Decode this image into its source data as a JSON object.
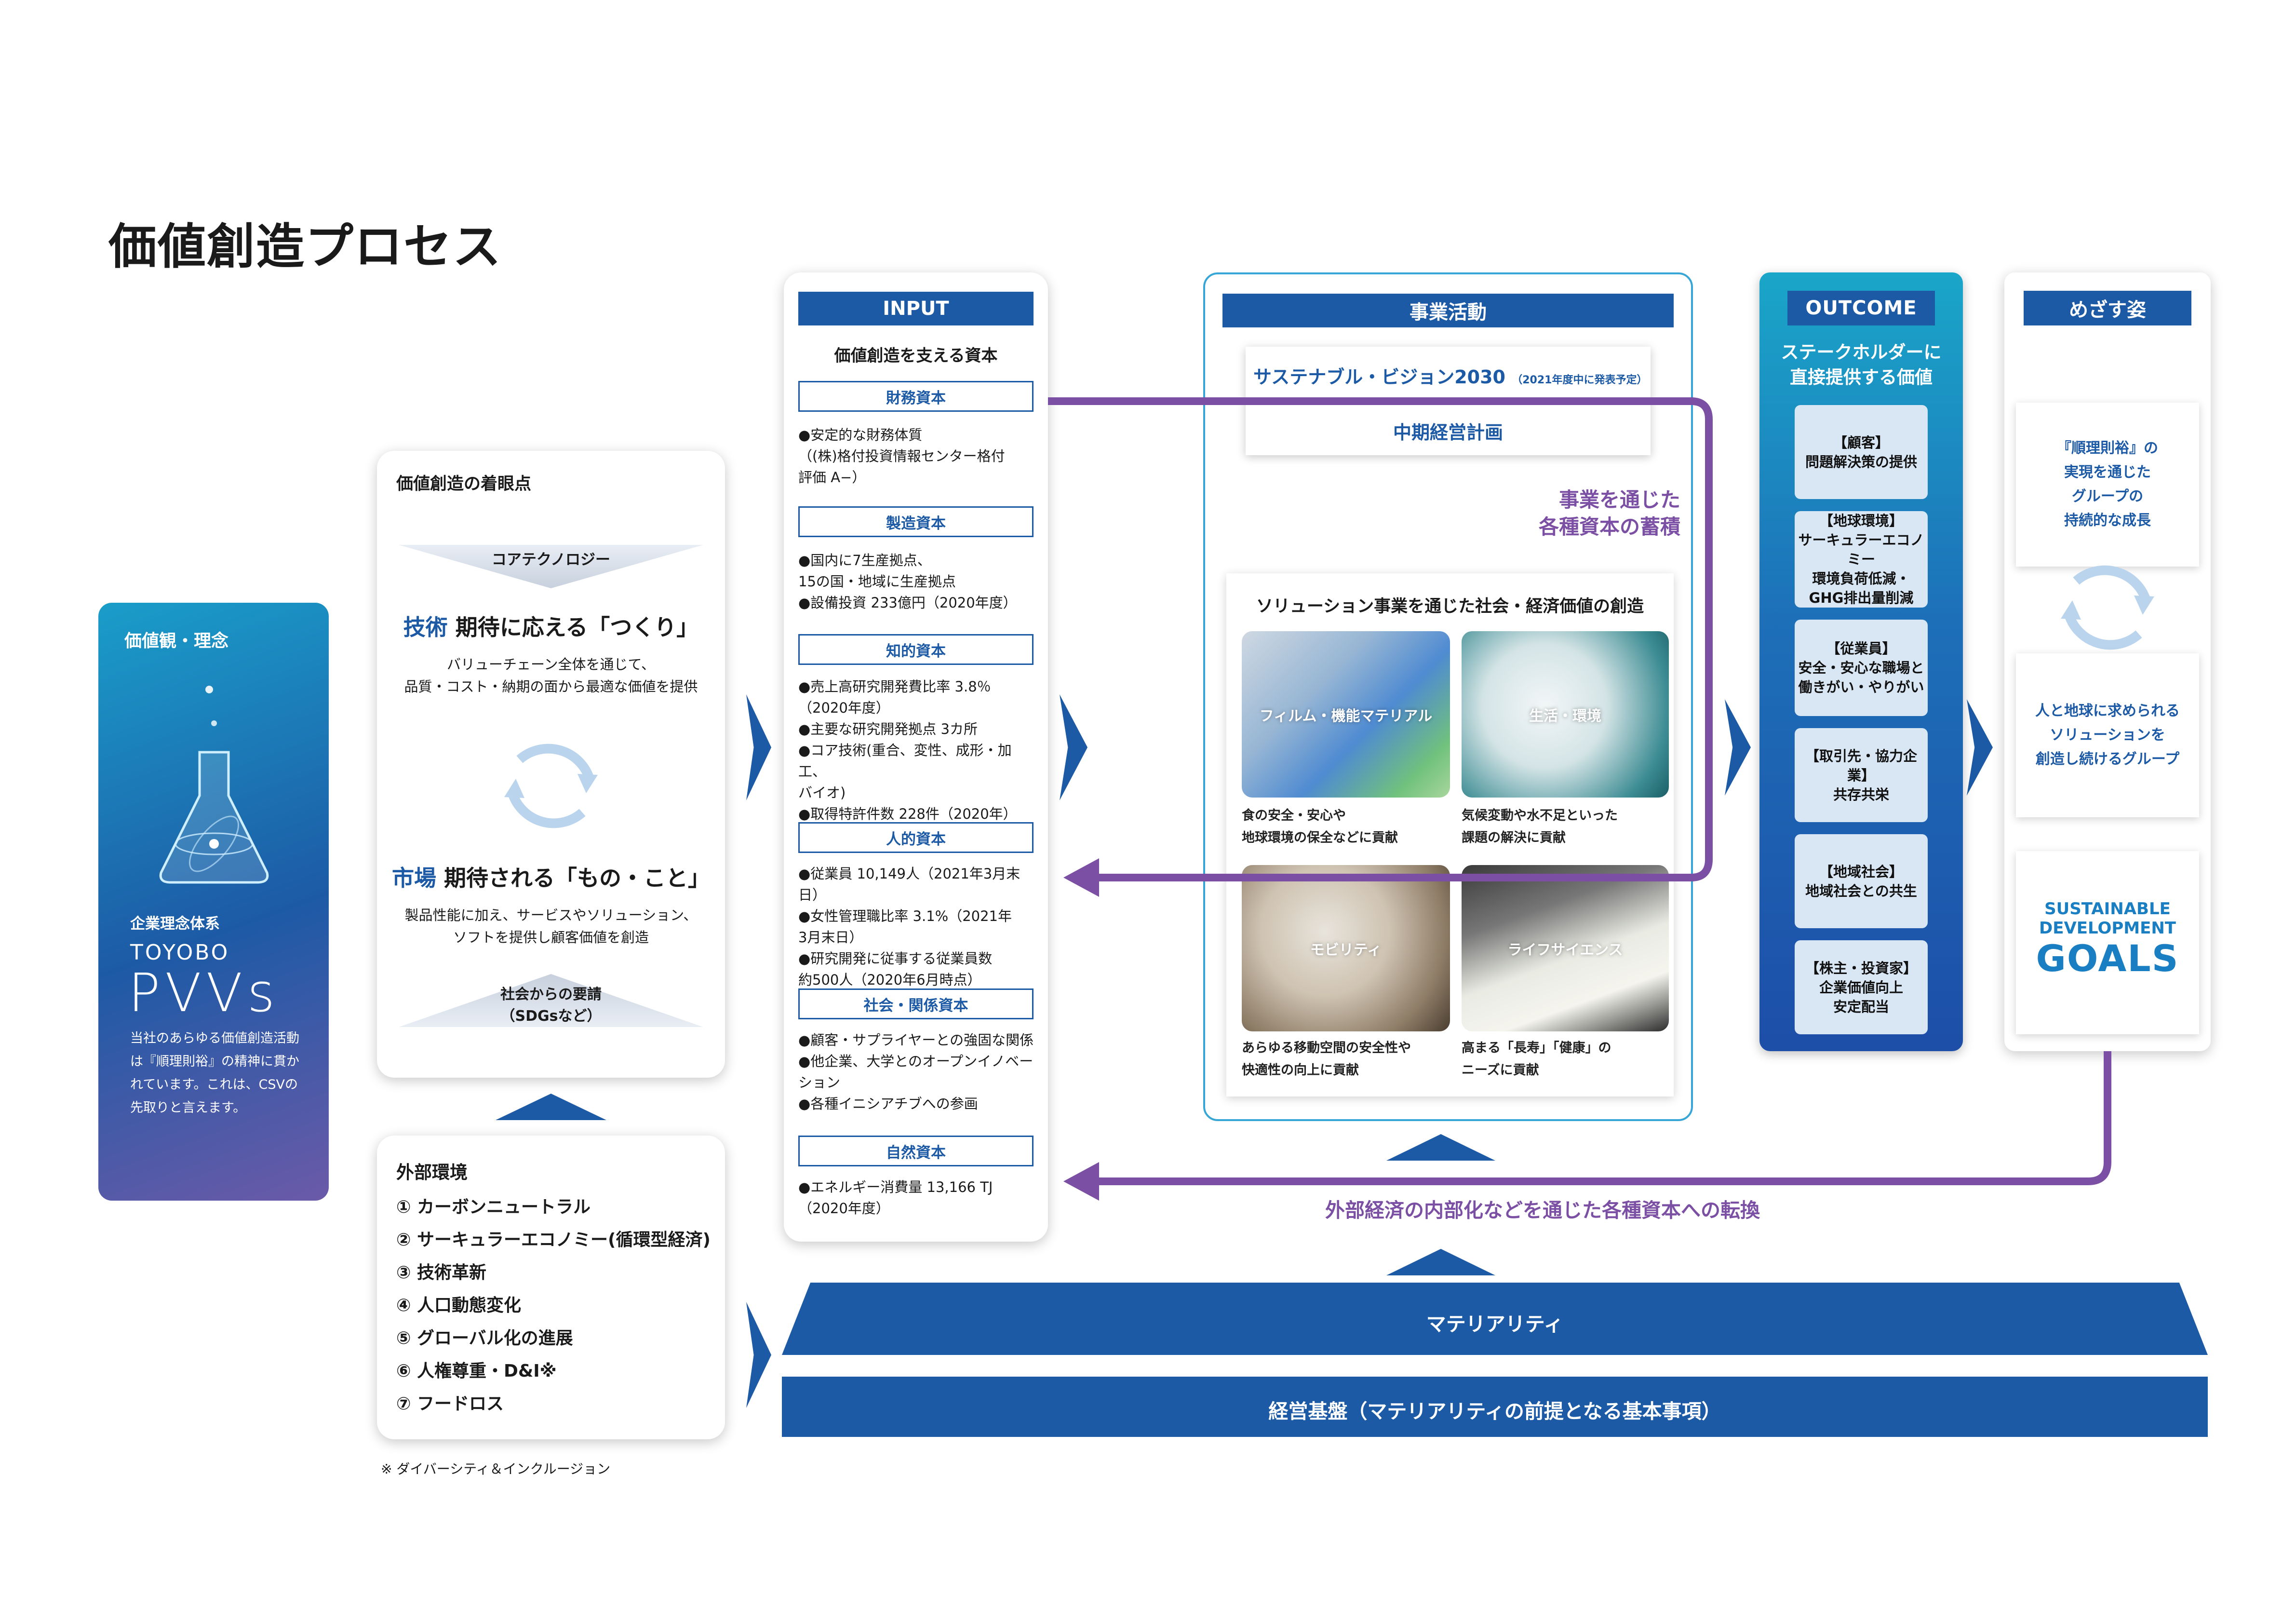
{
  "title": "価値創造プロセス",
  "colors": {
    "primary": "#1d5aa6",
    "purple": "#7b4fa3",
    "outcome_top": "#1a9ec7",
    "outcome_bottom": "#1d4ea8"
  },
  "values_panel": {
    "title": "価値観・理念",
    "system_label": "企業理念体系",
    "brand_top": "TOYOBO",
    "brand_main": "PVVs",
    "description": "当社のあらゆる価値創造活動は『順理則裕』の精神に貫かれています。これは、CSVの先取りと言えます。"
  },
  "focus": {
    "title": "価値創造の着眼点",
    "core_tech": "コアテクノロジー",
    "tech_prefix": "技術",
    "tech_heading": "期待に応える「つくり」",
    "tech_desc": "バリューチェーン全体を通じて、\n品質・コスト・納期の面から最適な価値を提供",
    "market_prefix": "市場",
    "market_heading": "期待される「もの・こと」",
    "market_desc": "製品性能に加え、サービスやソリューション、\nソフトを提供し顧客価値を創造",
    "society_demand": "社会からの要請",
    "sdgs": "（SDGsなど）"
  },
  "external": {
    "title": "外部環境",
    "items": [
      "① カーボンニュートラル",
      "② サーキュラーエコノミー(循環型経済)",
      "③ 技術革新",
      "④ 人口動態変化",
      "⑤ グローバル化の進展",
      "⑥ 人権尊重・D&I※",
      "⑦ フードロス"
    ],
    "footnote": "※ ダイバーシティ＆インクルージョン"
  },
  "input": {
    "header": "INPUT",
    "subtitle": "価値創造を支える資本",
    "capitals": [
      {
        "name": "財務資本",
        "items": [
          "●安定的な財務体質\n（(株)格付投資情報センター格付\n評価 A−）"
        ]
      },
      {
        "name": "製造資本",
        "items": [
          "●国内に7生産拠点、\n15の国・地域に生産拠点",
          "●設備投資 233億円（2020年度）"
        ]
      },
      {
        "name": "知的資本",
        "items": [
          "●売上高研究開発費比率 3.8％\n（2020年度）",
          "●主要な研究開発拠点 3カ所",
          "●コア技術(重合、変性、成形・加工、\nバイオ)",
          "●取得特許件数 228件（2020年）"
        ]
      },
      {
        "name": "人的資本",
        "items": [
          "●従業員 10,149人（2021年3月末日）",
          "●女性管理職比率 3.1%（2021年\n3月末日）",
          "●研究開発に従事する従業員数\n約500人（2020年6月時点）"
        ]
      },
      {
        "name": "社会・関係資本",
        "items": [
          "●顧客・サプライヤーとの強固な関係",
          "●他企業、大学とのオープンイノベー\nション",
          "●各種イニシアチブへの参画"
        ]
      },
      {
        "name": "自然資本",
        "items": [
          "●エネルギー消費量 13,166 TJ\n（2020年度）"
        ]
      }
    ]
  },
  "business": {
    "header": "事業活動",
    "vision": "サステナブル・ビジョン2030",
    "vision_note": "（2021年度中に発表予定）",
    "mid_plan": "中期経営計画",
    "accumulation": "事業を通じた\n各種資本の蓄積",
    "solutions_title": "ソリューション事業を通じた社会・経済価値の創造",
    "tiles": [
      {
        "label": "フィルム・機能マテリアル",
        "caption": "食の安全・安心や\n地球環境の保全などに貢献"
      },
      {
        "label": "生活・環境",
        "caption": "気候変動や水不足といった\n課題の解決に貢献"
      },
      {
        "label": "モビリティ",
        "caption": "あらゆる移動空間の安全性や\n快適性の向上に貢献"
      },
      {
        "label": "ライフサイエンス",
        "caption": "高まる「長寿」「健康」の\nニーズに貢献"
      }
    ]
  },
  "outcome": {
    "header": "OUTCOME",
    "subtitle": "ステークホルダーに\n直接提供する価値",
    "items": [
      "【顧客】\n問題解決策の提供",
      "【地球環境】\nサーキュラーエコノミー\n環境負荷低減・\nGHG排出量削減",
      "【従業員】\n安全・安心な職場と\n働きがい・やりがい",
      "【取引先・協力企業】\n共存共栄",
      "【地域社会】\n地域社会との共生",
      "【株主・投資家】\n企業価値向上\n安定配当"
    ]
  },
  "goal": {
    "header": "めざす姿",
    "box1": "『順理則裕』の\n実現を通じた\nグループの\n持続的な成長",
    "box2": "人と地球に求められる\nソリューションを\n創造し続けるグループ",
    "sdgs_line1": "SUSTAINABLE",
    "sdgs_line2": "DEVELOPMENT",
    "sdgs_line3": "GOALS"
  },
  "feedback_label": "外部経済の内部化などを通じた各種資本への転換",
  "materiality": "マテリアリティ",
  "foundation": "経営基盤（マテリアリティの前提となる基本事項）"
}
